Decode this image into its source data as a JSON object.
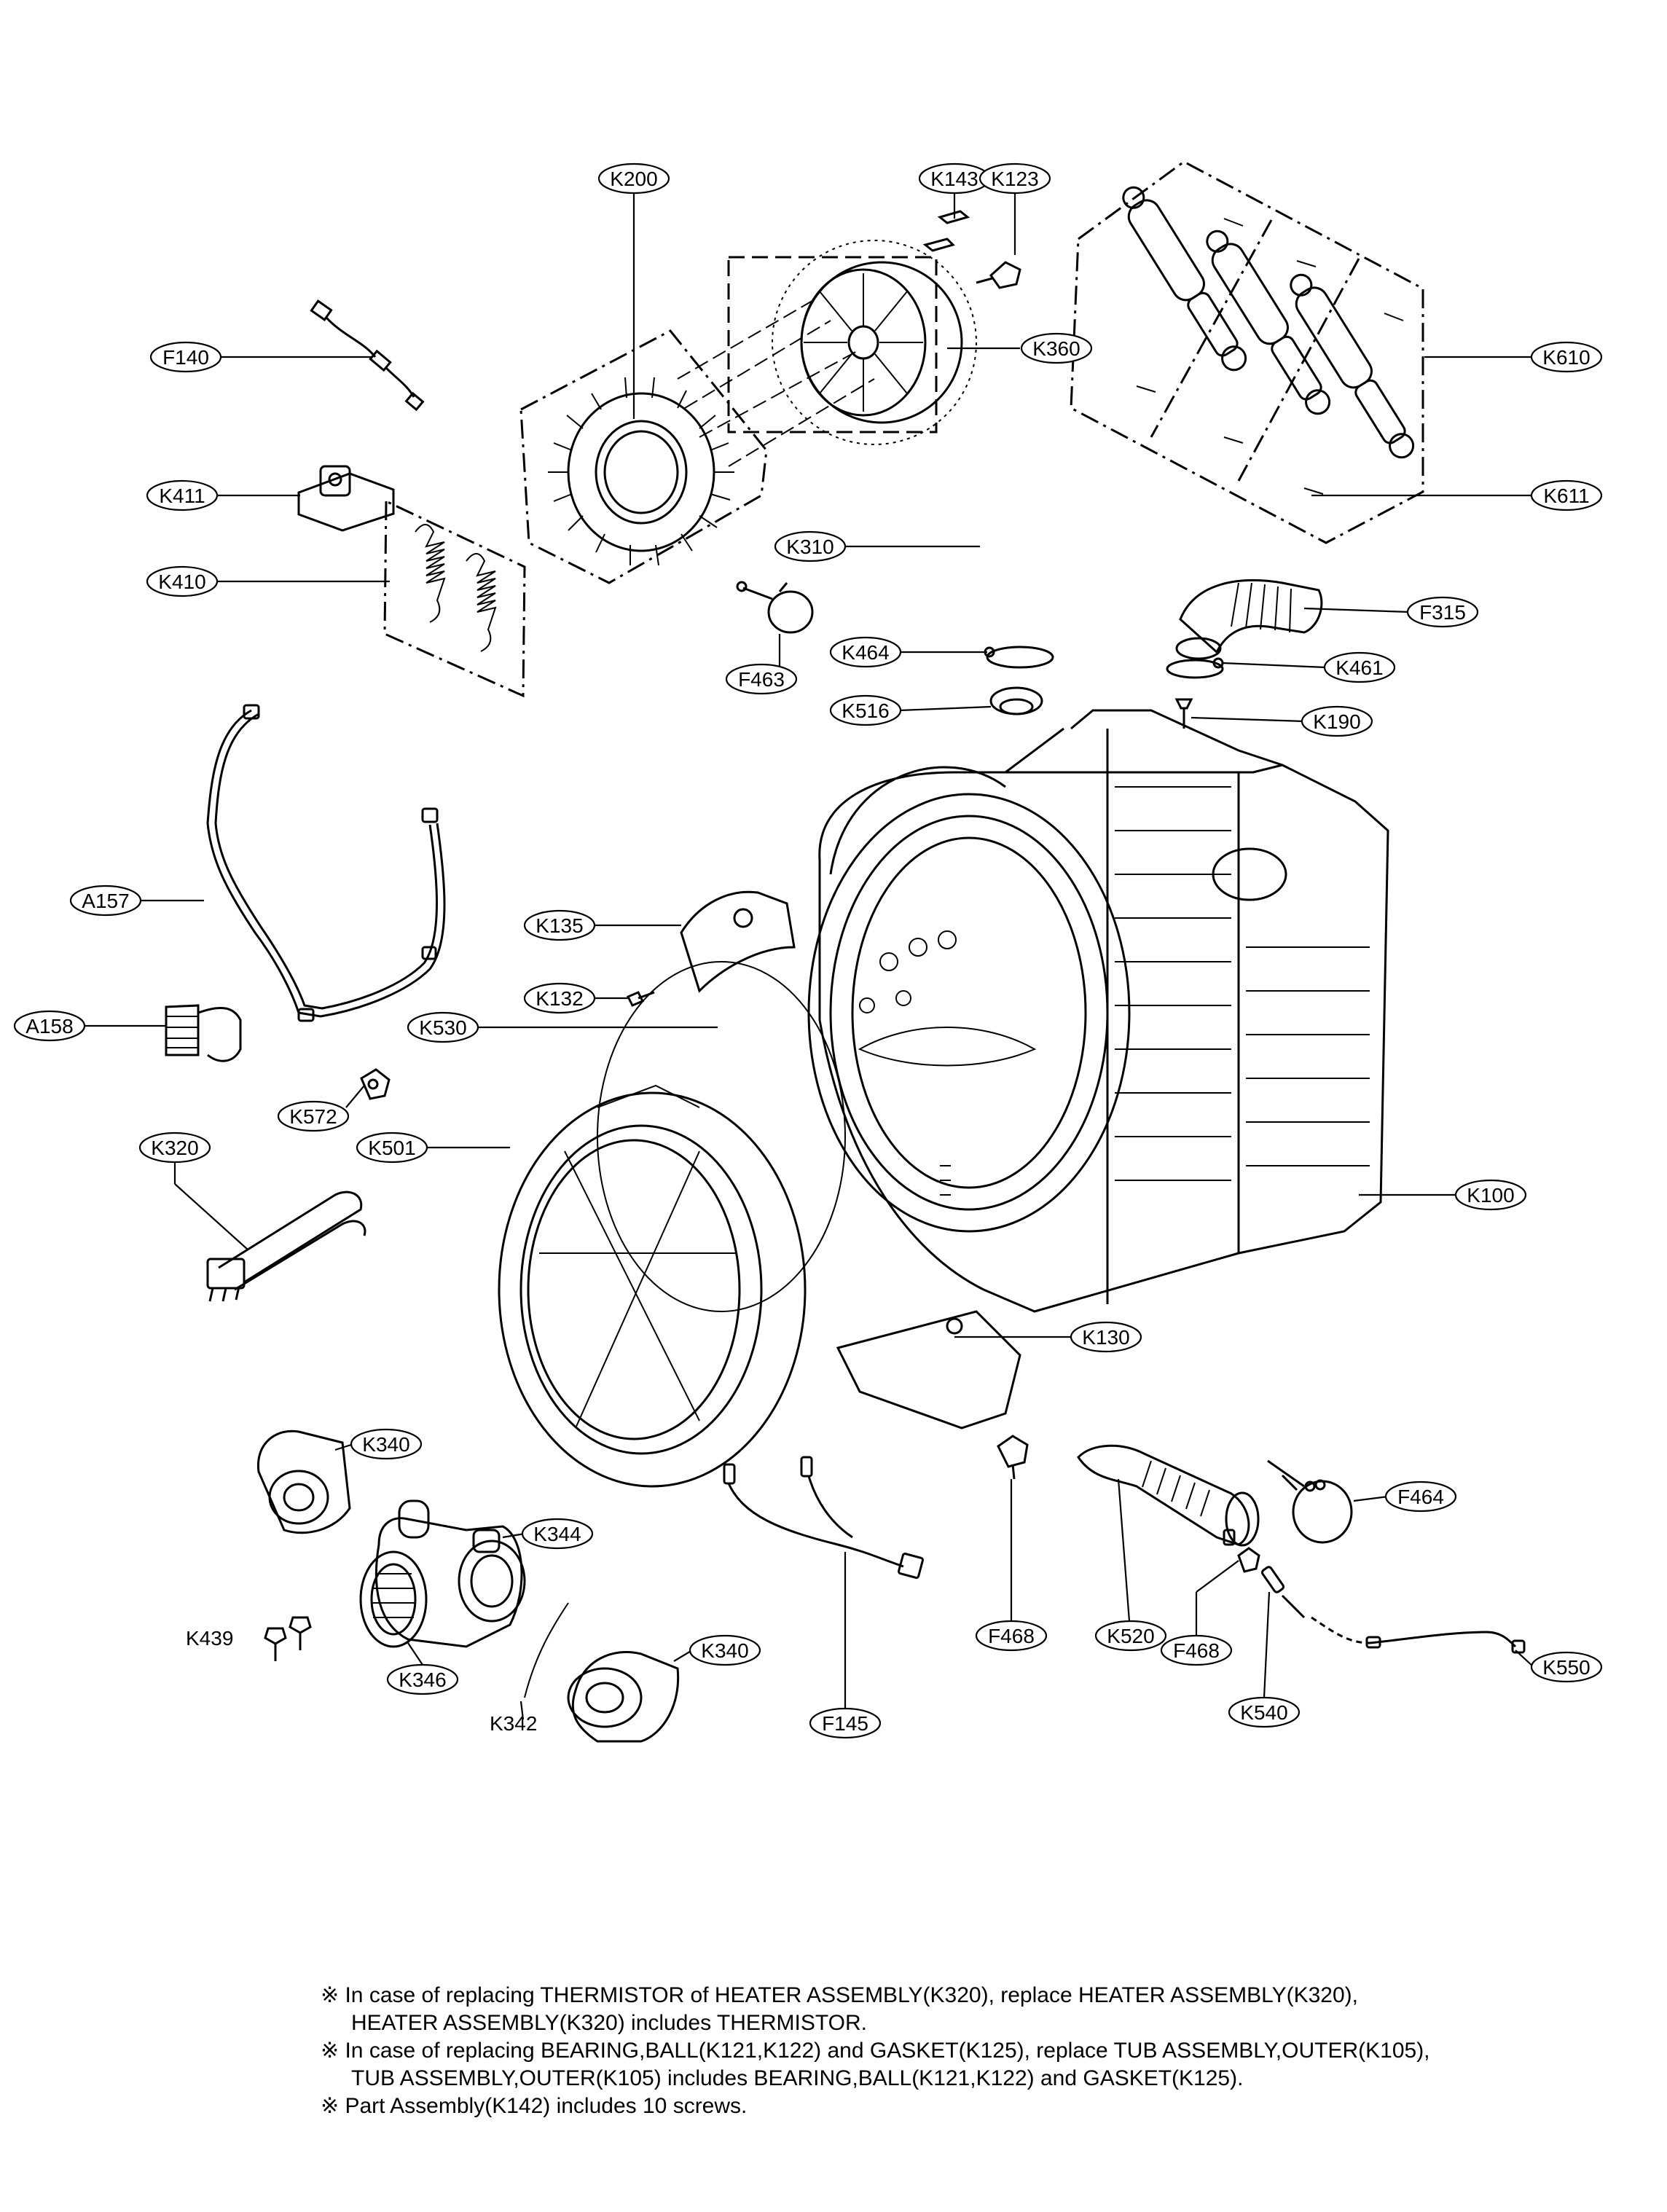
{
  "callouts": {
    "K200": "K200",
    "K143": "K143",
    "K123": "K123",
    "K360": "K360",
    "K610": "K610",
    "K611": "K611",
    "F140": "F140",
    "K411": "K411",
    "K410": "K410",
    "K310": "K310",
    "F463": "F463",
    "K464": "K464",
    "F315": "F315",
    "K461": "K461",
    "K516": "K516",
    "K190": "K190",
    "A157": "A157",
    "K135": "K135",
    "K132": "K132",
    "K530": "K530",
    "A158": "A158",
    "K572": "K572",
    "K501": "K501",
    "K320": "K320",
    "K100": "K100",
    "K130": "K130",
    "K340a": "K340",
    "K344": "K344",
    "K346": "K346",
    "K340b": "K340",
    "K342": "K342",
    "K439": "K439",
    "F145": "F145",
    "F468a": "F468",
    "K520": "K520",
    "F468b": "F468",
    "K540": "K540",
    "F464": "F464",
    "K550": "K550"
  },
  "notes": [
    "※ In case of replacing THERMISTOR of HEATER ASSEMBLY(K320), replace HEATER ASSEMBLY(K320),",
    "HEATER ASSEMBLY(K320) includes THERMISTOR.",
    "※ In case of replacing BEARING,BALL(K121,K122) and GASKET(K125), replace TUB ASSEMBLY,OUTER(K105),",
    "TUB ASSEMBLY,OUTER(K105) includes BEARING,BALL(K121,K122) and GASKET(K125).",
    "※ Part Assembly(K142) includes 10 screws."
  ]
}
